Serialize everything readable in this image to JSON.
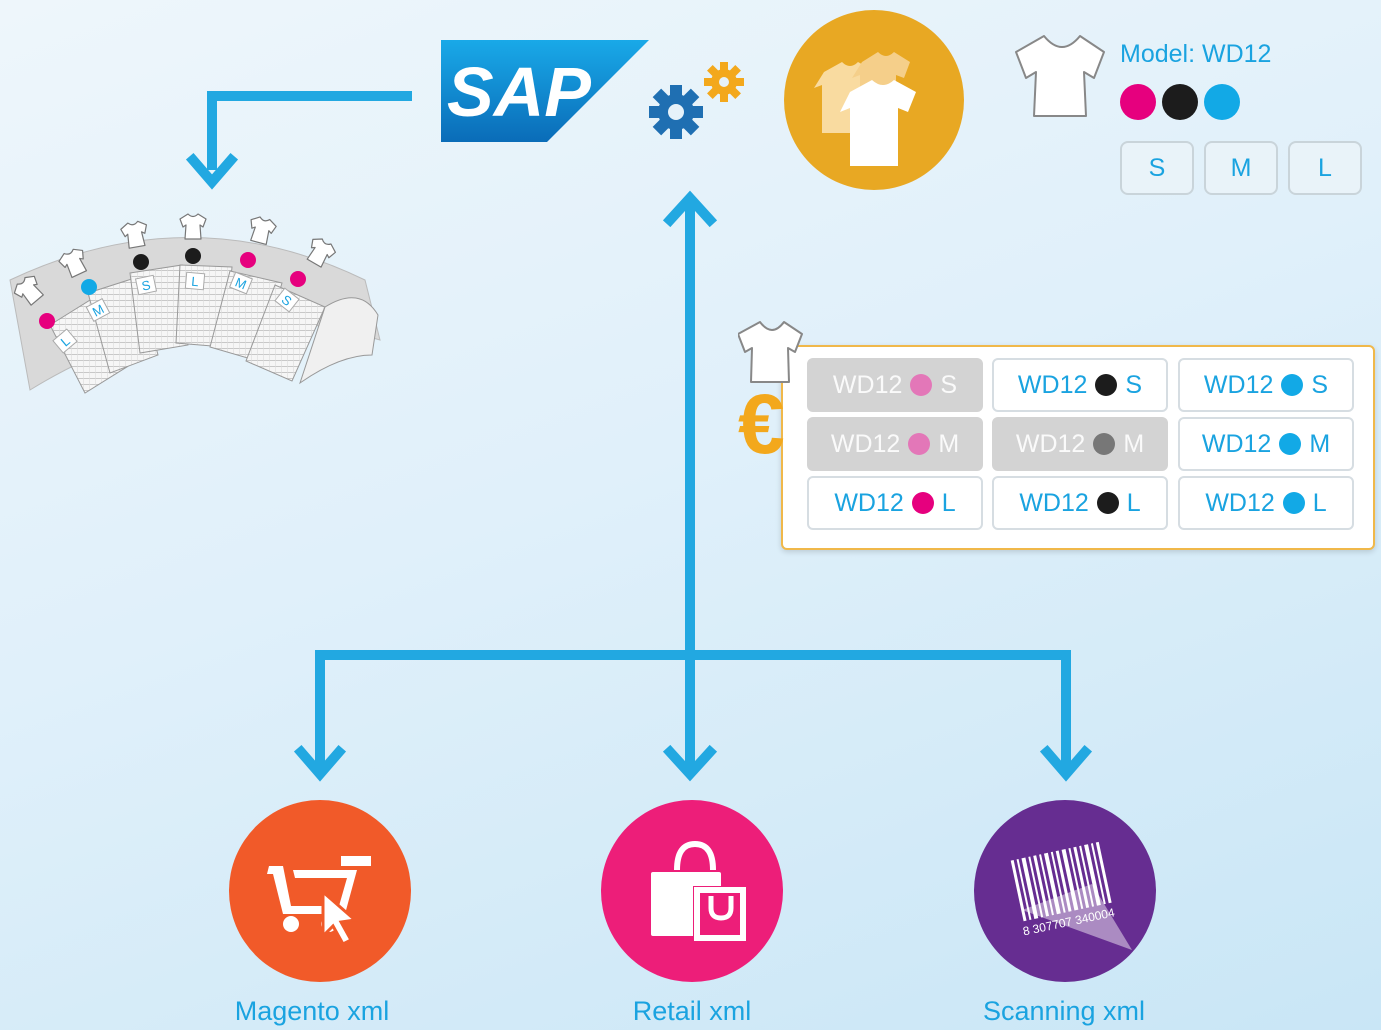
{
  "model": {
    "title": "Model: WD12",
    "colors": [
      "#e6007e",
      "#1c1c1c",
      "#12a9e6"
    ],
    "sizes": [
      "S",
      "M",
      "L"
    ]
  },
  "sap": {
    "logo_text": "SAP"
  },
  "sku_table": {
    "rows": [
      [
        {
          "code": "WD12",
          "size": "S",
          "color": "#e377b8",
          "active": false
        },
        {
          "code": "WD12",
          "size": "S",
          "color": "#1c1c1c",
          "active": true
        },
        {
          "code": "WD12",
          "size": "S",
          "color": "#12a9e6",
          "active": true
        }
      ],
      [
        {
          "code": "WD12",
          "size": "M",
          "color": "#e377b8",
          "active": false
        },
        {
          "code": "WD12",
          "size": "M",
          "color": "#777777",
          "active": false
        },
        {
          "code": "WD12",
          "size": "M",
          "color": "#12a9e6",
          "active": true
        }
      ],
      [
        {
          "code": "WD12",
          "size": "L",
          "color": "#e6007e",
          "active": true
        },
        {
          "code": "WD12",
          "size": "L",
          "color": "#1c1c1c",
          "active": true
        },
        {
          "code": "WD12",
          "size": "L",
          "color": "#12a9e6",
          "active": true
        }
      ]
    ],
    "currency_symbol": "€"
  },
  "fan_sheets": [
    {
      "size": "L",
      "color": "#e6007e"
    },
    {
      "size": "M",
      "color": "#12a9e6"
    },
    {
      "size": "S",
      "color": "#1c1c1c"
    },
    {
      "size": "L",
      "color": "#1c1c1c"
    },
    {
      "size": "M",
      "color": "#e6007e"
    },
    {
      "size": "S",
      "color": "#e6007e"
    }
  ],
  "outputs": [
    {
      "label": "Magento xml",
      "icon": "shopping-cart-icon",
      "color": "#f15a29"
    },
    {
      "label": "Retail xml",
      "icon": "shopping-bags-icon",
      "color": "#ed1e79"
    },
    {
      "label": "Scanning xml",
      "icon": "barcode-scan-icon",
      "color": "#662d91"
    }
  ],
  "barcode_number": "8 307707 340004",
  "colors": {
    "arrow": "#22a8e1",
    "gear_blue": "#1f6fb2",
    "gear_orange": "#f3a81c",
    "products_circle": "#e8a823"
  }
}
